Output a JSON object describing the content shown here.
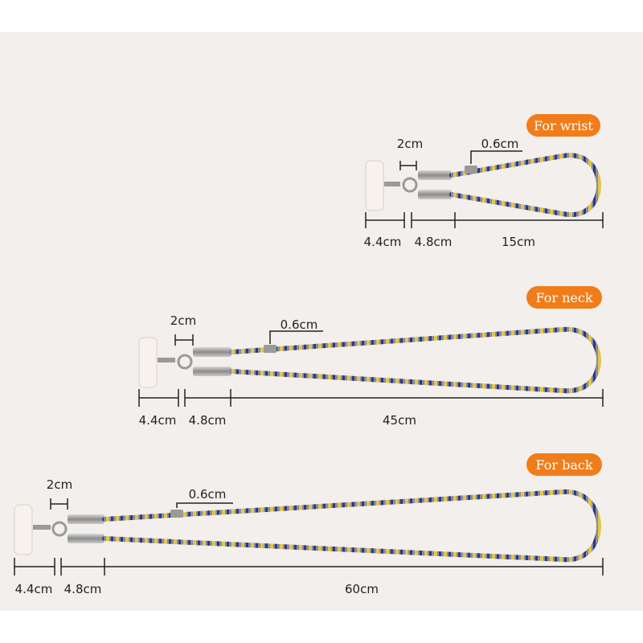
{
  "colors": {
    "background": "#f2efec",
    "badge": "#f07d1a",
    "cord_main": "#8a8aa2",
    "cord_yellow": "#e3c54a",
    "cord_navy": "#2b3a7a",
    "metal": "#9a9a9a",
    "patch": "#f7f2ee",
    "dimension": "#222222"
  },
  "wrist": {
    "badge": "For wrist",
    "gap_label": "2cm",
    "cord_label": "0.6cm",
    "patch_label": "4.4cm",
    "connector_label": "4.8cm",
    "length_label": "15cm"
  },
  "neck": {
    "badge": "For neck",
    "gap_label": "2cm",
    "cord_label": "0.6cm",
    "patch_label": "4.4cm",
    "connector_label": "4.8cm",
    "length_label": "45cm"
  },
  "back": {
    "badge": "For back",
    "gap_label": "2cm",
    "cord_label": "0.6cm",
    "patch_label": "4.4cm",
    "connector_label": "4.8cm",
    "length_label": "60cm"
  }
}
